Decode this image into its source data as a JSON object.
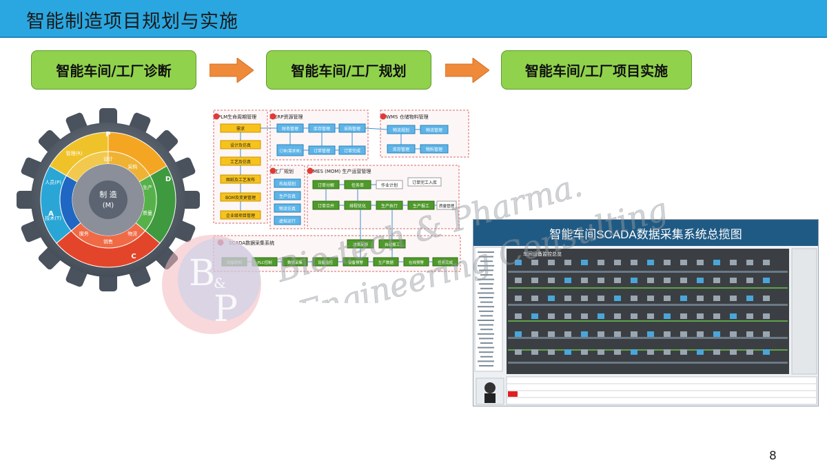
{
  "header": {
    "title": "智能制造项目规划与实施"
  },
  "stages": [
    {
      "label": "智能车间/工厂诊断"
    },
    {
      "label": "智能车间/工厂规划"
    },
    {
      "label": "智能车间/工厂项目实施"
    }
  ],
  "gear": {
    "center_top": "制 造",
    "center_bottom": "(M)",
    "ring_labels": [
      "设计",
      "采购",
      "生产",
      "质量",
      "物流",
      "销售",
      "服务",
      "技术(T)",
      "人员(P)",
      "管理(R)"
    ],
    "letters": [
      "P",
      "D",
      "C",
      "A"
    ]
  },
  "flow": {
    "plm": {
      "title": "PLM生命周期管理",
      "items": [
        "需求",
        "设计及仿真",
        "工艺及仿真",
        "图纸及工艺发布",
        "BOM及变更管理",
        "企业级项目管理"
      ]
    },
    "erp": {
      "title": "ERP资源管理",
      "items": [
        "财务管理",
        "库存管理",
        "采购管理",
        "订单(需求单)",
        "订单管理",
        "订单完成"
      ]
    },
    "wms": {
      "title": "WMS 仓储物料管理",
      "items": [
        "物流规划",
        "物流管理",
        "库存管理",
        "物料管理"
      ]
    },
    "plant": {
      "title": "工厂规划",
      "items": [
        "布局规划",
        "生产仿真",
        "物流仿真",
        "虚拟运行"
      ]
    },
    "mes": {
      "title": "MES (MOM) 生产运营管理",
      "items": [
        "订单分解",
        "任务单",
        "作业计划",
        "订单完工入库",
        "订单合并",
        "排程优化",
        "生产执行",
        "生产报工",
        "质量管理"
      ]
    },
    "scada_flow": {
      "title": "SCADA数据采集系统",
      "items": [
        "设备联网",
        "PLC控制",
        "数据采集",
        "设备监控",
        "设备预警",
        "生产数据",
        "在线预警",
        "任务完成",
        "决策反馈",
        "自动报工"
      ]
    }
  },
  "scada": {
    "title": "智能车间SCADA数据采集系统总揽图",
    "inner_label": "车间设备监控总览"
  },
  "watermark": {
    "line1": "Bio-tech & Pharma.",
    "line2": "Engineering Consulting",
    "logo_top": "B",
    "logo_amp": "&",
    "logo_bottom": "P"
  },
  "page_number": "8"
}
